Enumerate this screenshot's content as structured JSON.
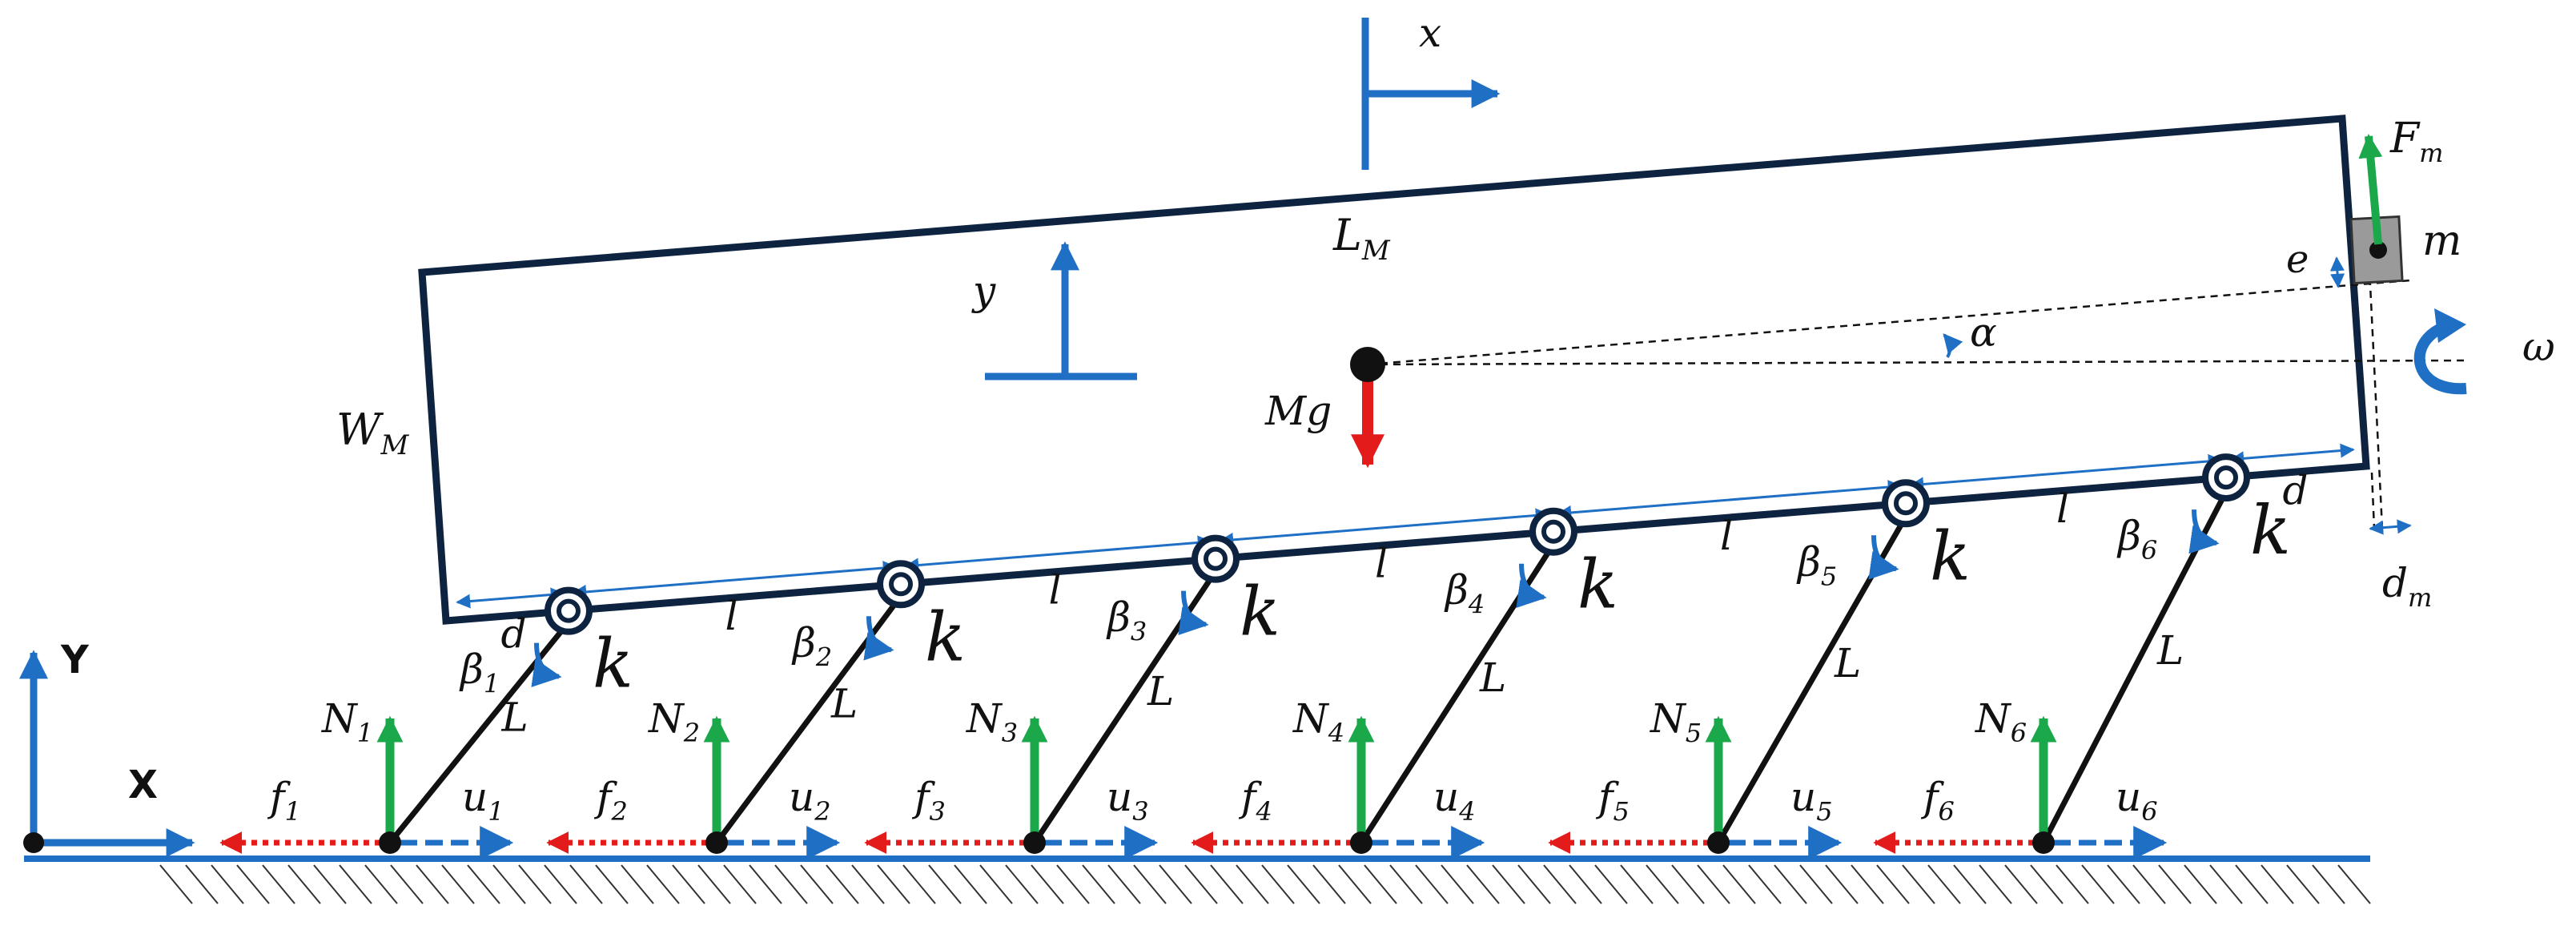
{
  "colors": {
    "body_outline": "#0d2340",
    "blue": "#1f6fc5",
    "green": "#1aa84a",
    "red": "#e31b1b",
    "black": "#111111",
    "mass_fill": "#9a9a9a"
  },
  "axes": {
    "global_x": "X",
    "global_y": "Y",
    "local_x": "x",
    "local_y": "y"
  },
  "body": {
    "length_label": "L",
    "length_sub": "M",
    "width_label": "W",
    "width_sub": "M",
    "weight_label": "Mg"
  },
  "spans": [
    "d",
    "l",
    "l",
    "l",
    "l",
    "l",
    "d"
  ],
  "spring_label": "k",
  "leg_label": "L",
  "angle_label": "α",
  "omega_label": "ω",
  "offset_e": "e",
  "mass": {
    "label": "m",
    "force": "F",
    "force_sub": "m",
    "dm": "d",
    "dm_sub": "m"
  },
  "legs": [
    {
      "beta": "β",
      "index": "1",
      "normal": "N",
      "friction": "f",
      "disp": "u"
    },
    {
      "beta": "β",
      "index": "2",
      "normal": "N",
      "friction": "f",
      "disp": "u"
    },
    {
      "beta": "β",
      "index": "3",
      "normal": "N",
      "friction": "f",
      "disp": "u"
    },
    {
      "beta": "β",
      "index": "4",
      "normal": "N",
      "friction": "f",
      "disp": "u"
    },
    {
      "beta": "β",
      "index": "5",
      "normal": "N",
      "friction": "f",
      "disp": "u"
    },
    {
      "beta": "β",
      "index": "6",
      "normal": "N",
      "friction": "f",
      "disp": "u"
    }
  ]
}
